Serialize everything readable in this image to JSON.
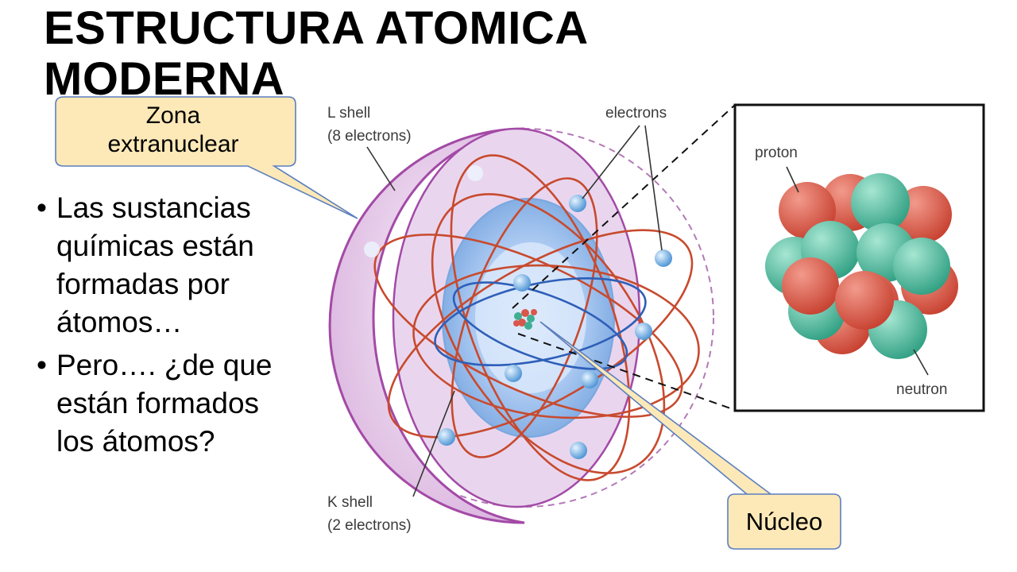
{
  "slide": {
    "title": "ESTRUCTURA ATOMICA MODERNA",
    "bullets": [
      "Las sustancias químicas están formadas por átomos…",
      "Pero…. ¿de que están formados los átomos?"
    ]
  },
  "callouts": {
    "extranuclear": "Zona extranuclear",
    "nucleus": "Núcleo"
  },
  "diagram": {
    "l_shell_label": "L shell",
    "l_shell_count": "(8 electrons)",
    "k_shell_label": "K shell",
    "k_shell_count": "(2 electrons)",
    "electrons_label": "electrons",
    "proton_label": "proton",
    "neutron_label": "neutron"
  },
  "colors": {
    "proton": "#d9574a",
    "neutron": "#3fae92",
    "electron": "#6fb2e6",
    "orbit": "#c84a2e",
    "outer_shell": "#b86bb8",
    "inner_shell": "#8fb8ea",
    "callout_fill": "#fde9b8",
    "callout_border": "#5b7fbf"
  }
}
